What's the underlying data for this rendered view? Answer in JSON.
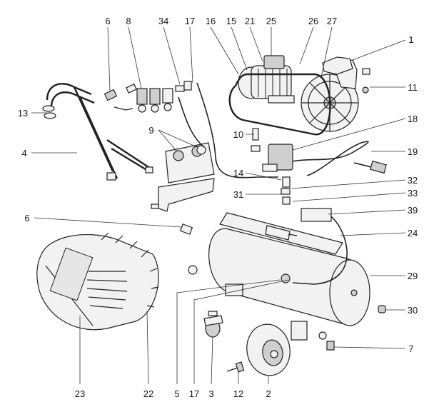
{
  "part_numbers": [
    "6",
    "8",
    "34",
    "17",
    "16",
    "15",
    "21",
    "25",
    "26",
    "27",
    "1",
    "11",
    "13",
    "4",
    "9",
    "10",
    "18",
    "19",
    "14",
    "32",
    "31",
    "33",
    "6",
    "39",
    "24",
    "29",
    "30",
    "7",
    "23",
    "22",
    "5",
    "17",
    "3",
    "12",
    "2"
  ]
}
